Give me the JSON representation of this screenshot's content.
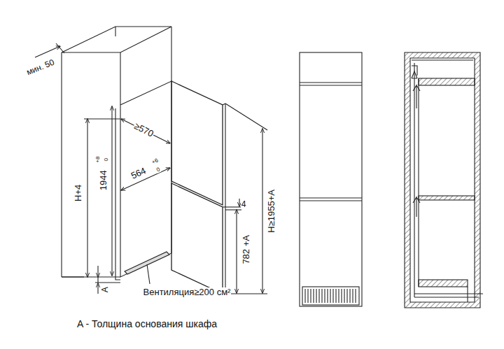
{
  "diagram": {
    "labels": [
      "мин. 50",
      "≥570",
      "564",
      "+6",
      "0",
      "1944",
      "+8",
      "0",
      "H+4",
      "H≥1955+A",
      "4",
      "782 +A",
      "A",
      "Вентиляция≥200 см²",
      "A - Толщина основания шкафа"
    ]
  }
}
